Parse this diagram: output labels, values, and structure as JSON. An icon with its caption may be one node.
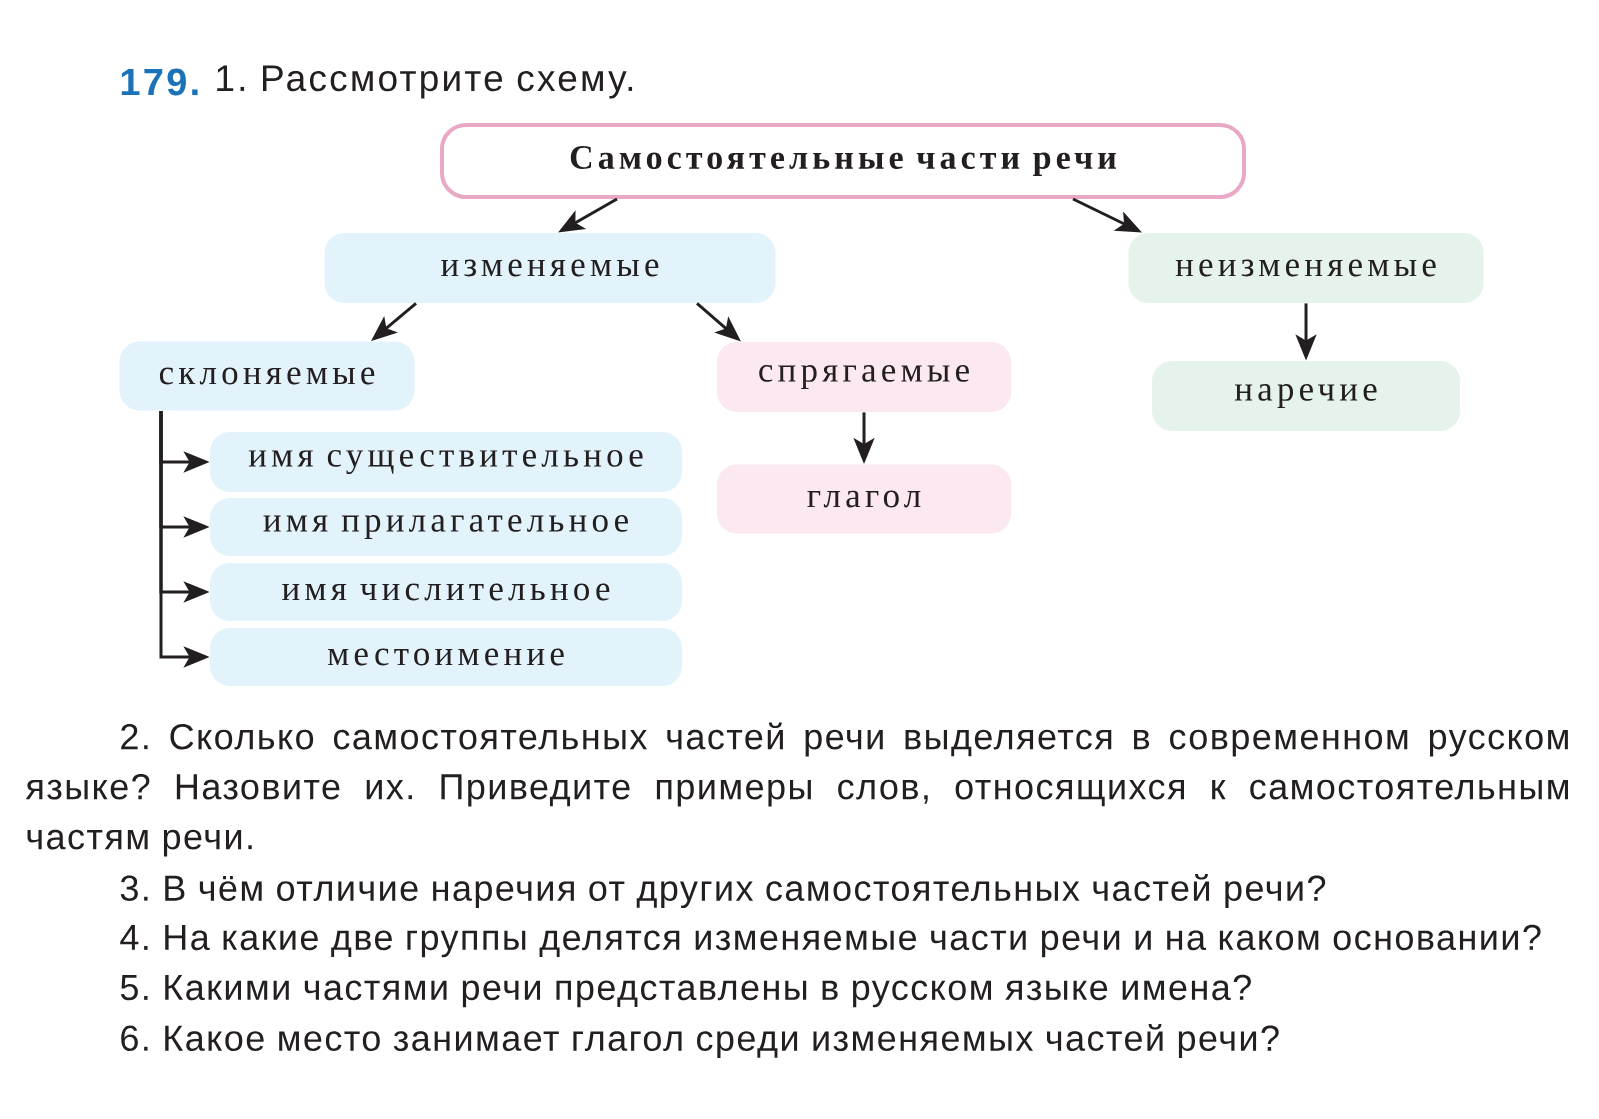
{
  "diagram": {
    "nodes": [
      {
        "text": [
          "Самостоятельные части речи"
        ]
      },
      {
        "text": [
          "изменяемые"
        ]
      },
      {
        "text": [
          "неизменяемые"
        ]
      },
      {
        "text": [
          "склоняемые"
        ]
      },
      {
        "text": [
          "спрягаемые"
        ]
      },
      {
        "text": [
          "наречие"
        ]
      },
      {
        "text": [
          "имя существительное"
        ]
      },
      {
        "text": [
          "имя прилагательное"
        ]
      },
      {
        "text": [
          "имя числительное"
        ]
      },
      {
        "text": [
          "местоимение"
        ]
      },
      {
        "text": [
          "глагол"
        ]
      }
    ],
    "edges": [
      {
        "from": 0,
        "to": 1,
        "arrow": "to"
      },
      {
        "from": 0,
        "to": 2,
        "arrow": "to"
      },
      {
        "from": 1,
        "to": 3,
        "arrow": "to"
      },
      {
        "from": 1,
        "to": 4,
        "arrow": "to"
      },
      {
        "from": 2,
        "to": 5,
        "arrow": "to"
      },
      {
        "from": 3,
        "to": 6,
        "arrow": "to"
      },
      {
        "from": 3,
        "to": 7,
        "arrow": "to"
      },
      {
        "from": 3,
        "to": 8,
        "arrow": "to"
      },
      {
        "from": 3,
        "to": 9,
        "arrow": "to"
      },
      {
        "from": 4,
        "to": 10,
        "arrow": "to"
      }
    ],
    "labels": [
      "179.",
      "1. Рассмотрите схему.",
      "2. Сколько самостоятельных частей речи выделяется в современном русском языке? Назовите их. Приведите примеры слов, относящихся к самостоятельным частям речи.",
      "3. В чём отличие наречия от других самостоятельных частей речи?",
      "4. На какие две группы делятся изменяемые части речи и на каком основании?",
      "5. Какими частями речи представлены в русском языке имена?",
      "6. Какое место занимает глагол среди изменяемых частей речи?"
    ]
  }
}
